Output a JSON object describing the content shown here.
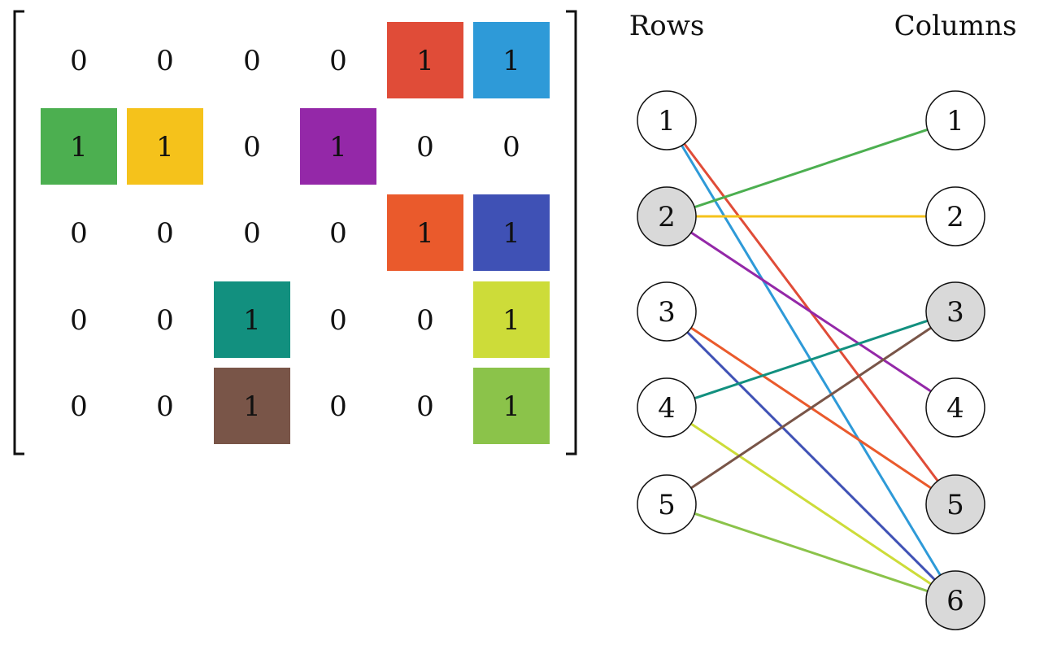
{
  "matrix": [
    [
      0,
      0,
      0,
      0,
      1,
      1
    ],
    [
      1,
      1,
      0,
      1,
      0,
      0
    ],
    [
      0,
      0,
      0,
      0,
      1,
      1
    ],
    [
      0,
      0,
      1,
      0,
      0,
      1
    ],
    [
      0,
      0,
      1,
      0,
      0,
      1
    ]
  ],
  "rows_header": "Rows",
  "columns_header": "Columns",
  "row_nodes": [
    {
      "label": "1",
      "highlighted": false
    },
    {
      "label": "2",
      "highlighted": true
    },
    {
      "label": "3",
      "highlighted": false
    },
    {
      "label": "4",
      "highlighted": false
    },
    {
      "label": "5",
      "highlighted": false
    }
  ],
  "column_nodes": [
    {
      "label": "1",
      "highlighted": false
    },
    {
      "label": "2",
      "highlighted": false
    },
    {
      "label": "3",
      "highlighted": true
    },
    {
      "label": "4",
      "highlighted": false
    },
    {
      "label": "5",
      "highlighted": true
    },
    {
      "label": "6",
      "highlighted": true
    }
  ],
  "edges": [
    {
      "row": 1,
      "col": 5,
      "color": "#e04c38"
    },
    {
      "row": 1,
      "col": 6,
      "color": "#2e9ad8"
    },
    {
      "row": 2,
      "col": 1,
      "color": "#4caf50"
    },
    {
      "row": 2,
      "col": 2,
      "color": "#f5c21b"
    },
    {
      "row": 2,
      "col": 4,
      "color": "#9428a8"
    },
    {
      "row": 3,
      "col": 5,
      "color": "#ea5a2c"
    },
    {
      "row": 3,
      "col": 6,
      "color": "#3f51b5"
    },
    {
      "row": 4,
      "col": 3,
      "color": "#12907f"
    },
    {
      "row": 4,
      "col": 6,
      "color": "#cddc39"
    },
    {
      "row": 5,
      "col": 3,
      "color": "#795548"
    },
    {
      "row": 5,
      "col": 6,
      "color": "#8bc34a"
    }
  ],
  "colors": {
    "highlight_fill": "#d9d9d9",
    "node_fill": "#ffffff"
  }
}
